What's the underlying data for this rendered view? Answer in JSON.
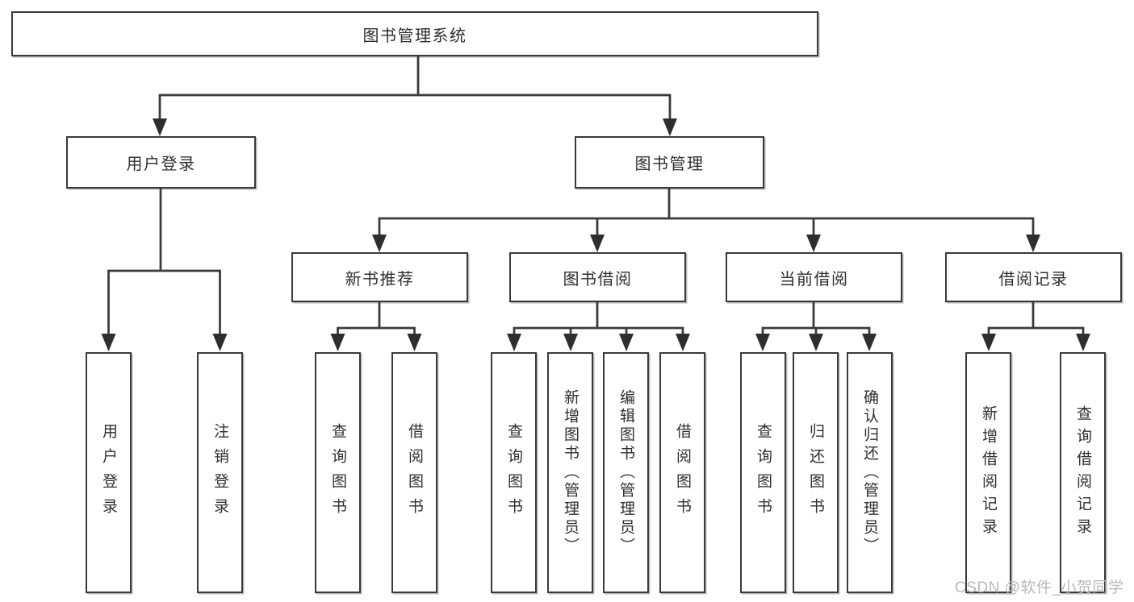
{
  "diagram": {
    "root": {
      "label": "图书管理系统"
    },
    "level2": [
      {
        "label": "用户登录"
      },
      {
        "label": "图书管理"
      }
    ],
    "level3": [
      {
        "label": "新书推荐"
      },
      {
        "label": "图书借阅"
      },
      {
        "label": "当前借阅"
      },
      {
        "label": "借阅记录"
      }
    ],
    "leaves": [
      {
        "label": "用户登录"
      },
      {
        "label": "注销登录"
      },
      {
        "label": "查询图书"
      },
      {
        "label": "借阅图书"
      },
      {
        "label": "查询图书"
      },
      {
        "label": "新增图书（管理员）"
      },
      {
        "label": "编辑图书（管理员）"
      },
      {
        "label": "借阅图书"
      },
      {
        "label": "查询图书"
      },
      {
        "label": "归还图书"
      },
      {
        "label": "确认归还（管理员）"
      },
      {
        "label": "新增借阅记录"
      },
      {
        "label": "查询借阅记录"
      }
    ]
  },
  "watermark": {
    "text": "CSDN @软件_小贺同学"
  },
  "colors": {
    "line": "#3a3a3a",
    "arrowhead": "#2e2e2e",
    "box_border": "#3a3a3a",
    "box_fill": "#ffffff",
    "text": "#2f2f2f",
    "watermark": "#b9b9b9",
    "background": "#ffffff"
  }
}
